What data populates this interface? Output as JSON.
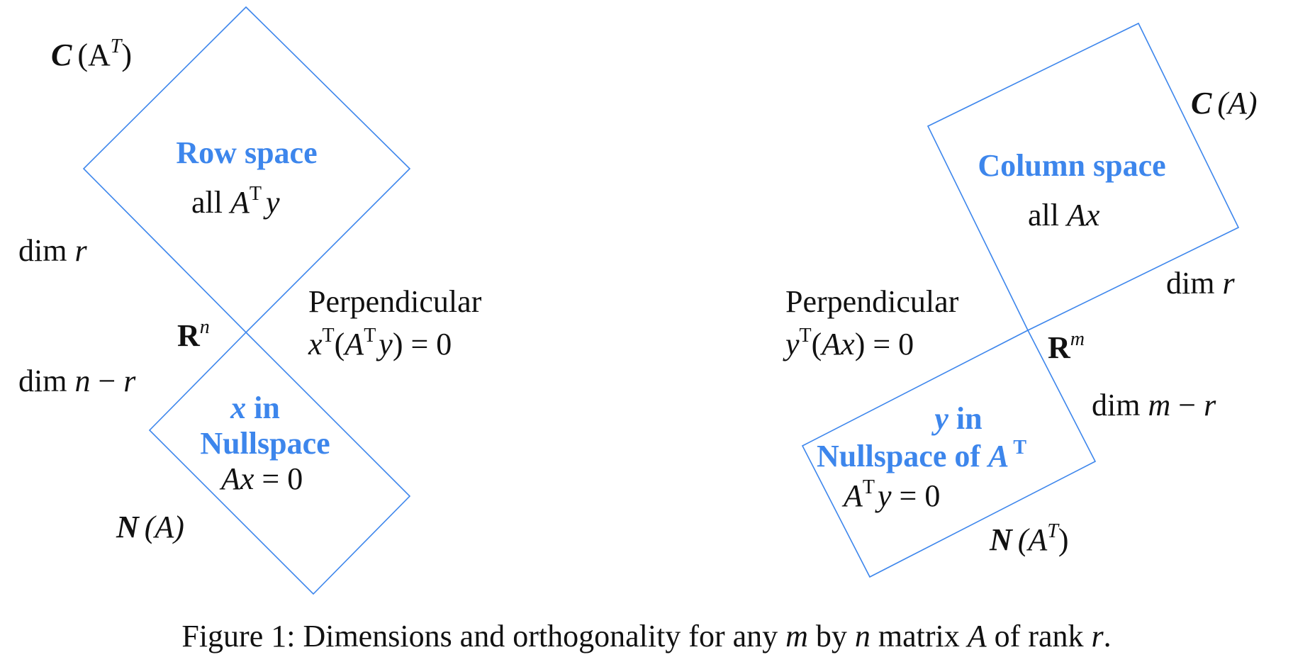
{
  "colors": {
    "subspace_outline": "#3d86ec",
    "subspace_title": "#3d86ec",
    "text": "#111111"
  },
  "left": {
    "row_space": {
      "symbol": "C",
      "arg": "(A",
      "sup": "T",
      "close": ")",
      "title": "Row space",
      "content_prefix": "all ",
      "content_a": "A",
      "content_sup": "T",
      "content_var": "y",
      "dim_prefix": "dim ",
      "dim_var": "r"
    },
    "ambient": {
      "base": "R",
      "exp": "n"
    },
    "perpendicular": {
      "label": "Perpendicular",
      "x": "x",
      "sup1": "T",
      "open": "(",
      "a": "A",
      "sup2": "T",
      "y": "y",
      "close": ")",
      "eq": " = 0"
    },
    "nullspace": {
      "var": "x",
      "in": " in",
      "title": "Nullspace",
      "eq_lhs": "Ax",
      "eq_rhs": " = 0",
      "symbol": "N",
      "arg": "(A)",
      "dim_prefix": "dim ",
      "dim_n": "n",
      "dim_minus": " − ",
      "dim_r": "r"
    }
  },
  "right": {
    "column_space": {
      "symbol": "C",
      "arg": "(A)",
      "title": "Column space",
      "content_prefix": "all ",
      "content_var": "Ax",
      "dim_prefix": "dim ",
      "dim_var": "r"
    },
    "ambient": {
      "base": "R",
      "exp": "m"
    },
    "perpendicular": {
      "label": "Perpendicular",
      "y": "y",
      "sup": "T",
      "open": "(",
      "ax": "Ax",
      "close": ")",
      "eq": " = 0"
    },
    "left_nullspace": {
      "var": "y",
      "in": " in",
      "title_prefix": "Nullspace of ",
      "title_a": "A",
      "title_sup": "T",
      "eq_a": "A",
      "eq_sup": "T",
      "eq_y": "y",
      "eq_rhs": " = 0",
      "symbol": "N",
      "arg": "(A",
      "sup": "T",
      "close": ")",
      "dim_prefix": "dim ",
      "dim_m": "m",
      "dim_minus": " − ",
      "dim_r": "r"
    }
  },
  "caption": {
    "prefix": "Figure 1: Dimensions and orthogonality for any ",
    "m": "m",
    "by": " by ",
    "n": "n",
    "matrix": " matrix ",
    "a": "A",
    "rank": " of rank ",
    "r": "r",
    "end": "."
  }
}
